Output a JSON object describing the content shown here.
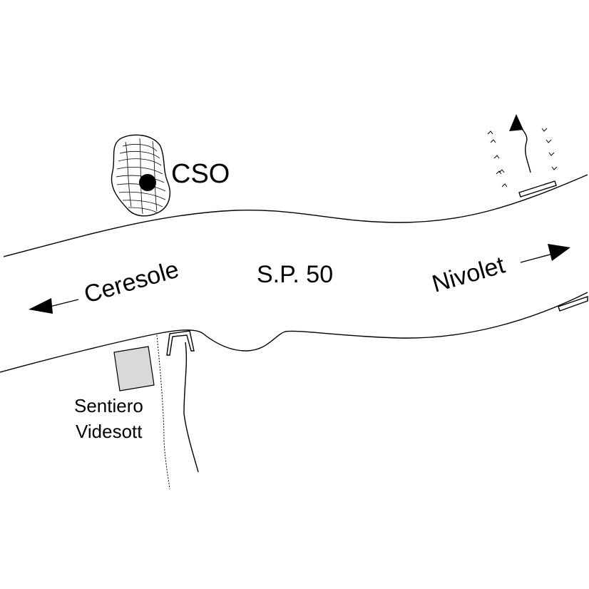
{
  "map": {
    "road_name": "S.P. 50",
    "direction_left": "Ceresole",
    "direction_right": "Nivolet",
    "point_label": "CSO",
    "trail_label_line1": "Sentiero",
    "trail_label_line2": "Videsott"
  },
  "colors": {
    "ink": "#000000",
    "building_fill": "#d9d9d9",
    "background": "#ffffff"
  },
  "icons": {
    "point_marker": "filled-circle",
    "left_arrow": "arrow-left",
    "right_arrow": "arrow-right",
    "trail_arrow": "arrow-up",
    "vegetation": "grass-tufts"
  }
}
